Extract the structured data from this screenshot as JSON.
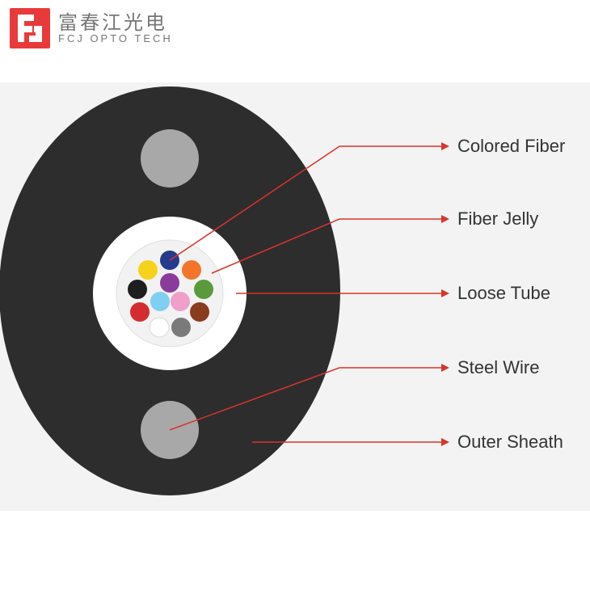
{
  "brand": {
    "name_cn": "富春江光电",
    "name_en": "FCJ OPTO TECH",
    "logo_icon": "fcj-logo-icon",
    "logo_color": "#e83a3a"
  },
  "colors": {
    "sheath": "#2d2d2d",
    "steel_wire": "#a8a8a8",
    "tube": "#ffffff",
    "leader_line": "#d9342b",
    "fiber_colors": [
      "#f6d21b",
      "#253b8c",
      "#f2752b",
      "#1e1e1e",
      "#8a3c9c",
      "#5a9a3c",
      "#d42d2d",
      "#7ecff2",
      "#ef9fc8",
      "#8a3c1e",
      "#ffffff",
      "#7a7a7a"
    ]
  },
  "labels": {
    "colored_fiber": "Colored Fiber",
    "fiber_jelly": "Fiber Jelly",
    "loose_tube": "Loose Tube",
    "steel_wire": "Steel Wire",
    "outer_sheath": "Outer Sheath"
  }
}
